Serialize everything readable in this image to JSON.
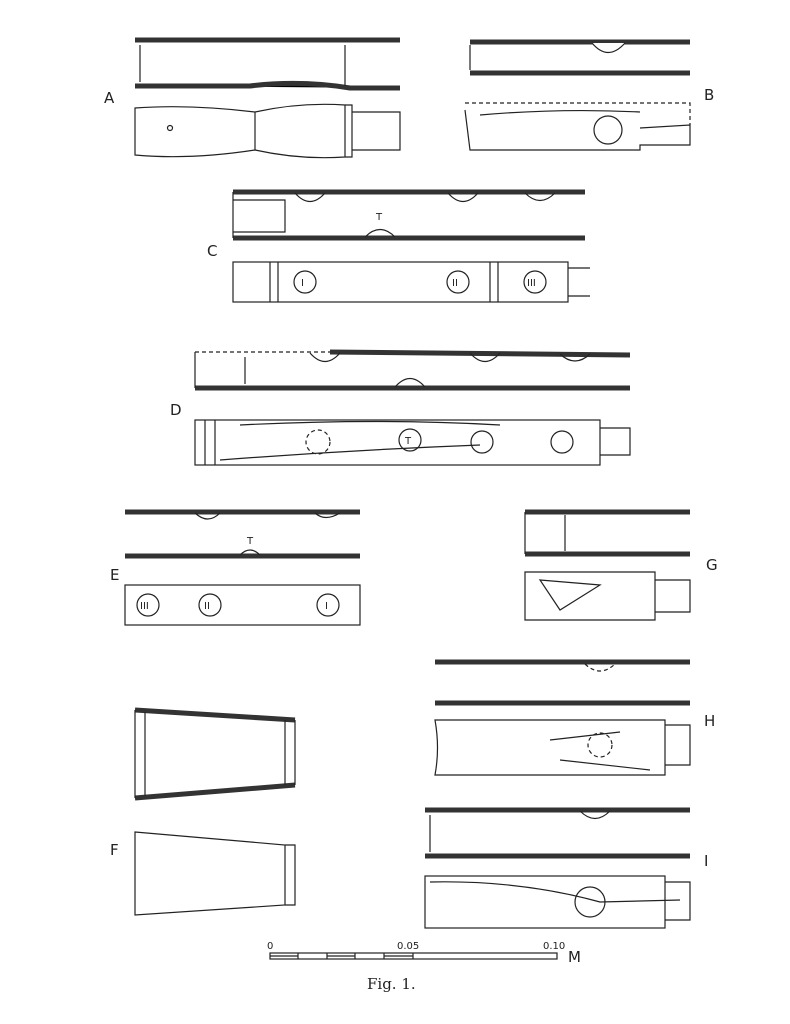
{
  "figure": {
    "caption": "Fig. 1.",
    "labels": [
      "A",
      "B",
      "C",
      "D",
      "E",
      "F",
      "G",
      "H",
      "I"
    ],
    "tone_mark": "T",
    "hole_numerals": [
      "I",
      "II",
      "III"
    ],
    "scale": {
      "zero": "0",
      "mid": "0.05",
      "end": "0.10",
      "unit": "M"
    },
    "ink_color": "#222222"
  }
}
